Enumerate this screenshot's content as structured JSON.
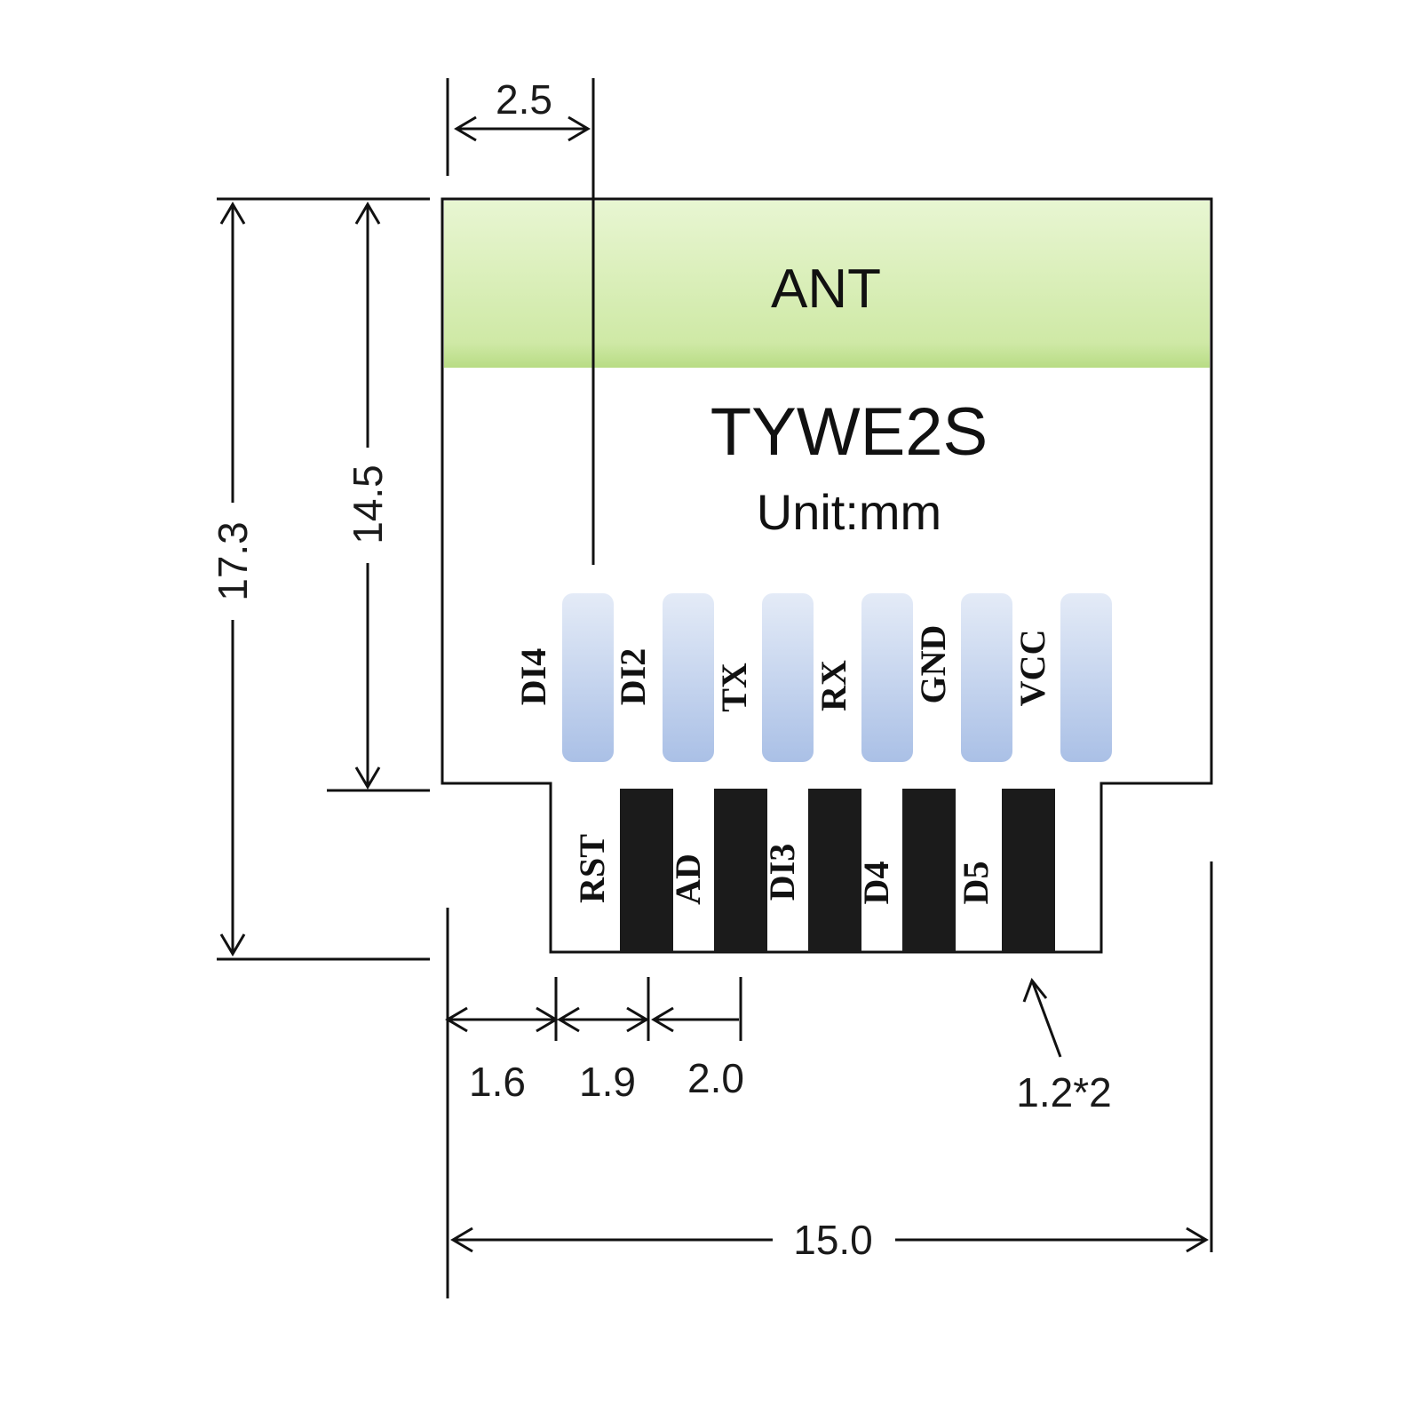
{
  "module": {
    "antenna_label": "ANT",
    "model": "TYWE2S",
    "unit": "Unit:mm"
  },
  "top_pins": [
    "DI4",
    "DI2",
    "TX",
    "RX",
    "GND",
    "VCC"
  ],
  "bottom_pins": [
    "RST",
    "AD",
    "DI3",
    "D4",
    "D5"
  ],
  "dimensions": {
    "antenna_offset": "2.5",
    "total_height": "17.3",
    "body_height": "14.5",
    "edge_offset": "1.6",
    "first_pitch": "1.9",
    "pin_pitch": "2.0",
    "pad_size": "1.2*2",
    "total_width": "15.0"
  },
  "colors": {
    "antenna_fill": "#d9efb6",
    "top_pad_fill": "#c4d5ee",
    "bottom_pad_fill": "#1b1b1b",
    "outline": "#111111"
  }
}
